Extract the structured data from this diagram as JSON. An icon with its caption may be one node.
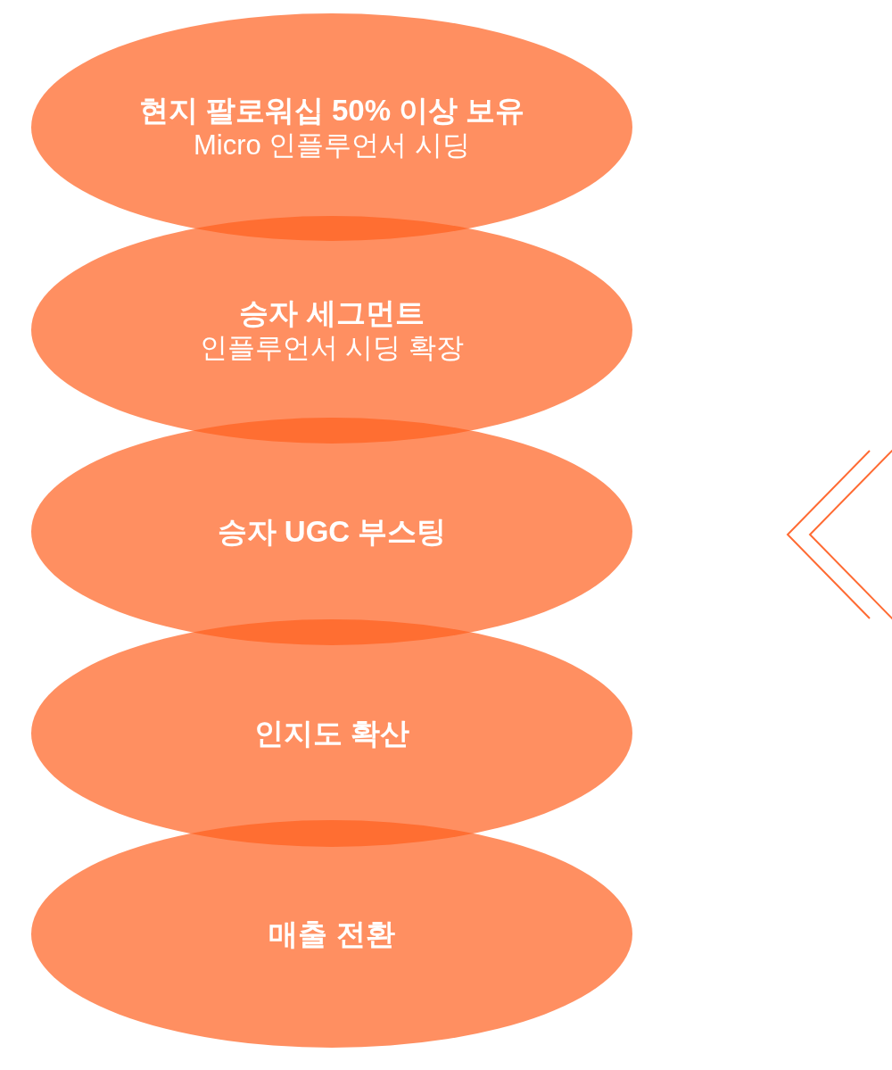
{
  "diagram": {
    "nodes": [
      {
        "text": [
          "현지 팔로워십 50% 이상 보유",
          "Micro 인플루언서 시딩"
        ]
      },
      {
        "text": [
          "승자 세그먼트",
          "인플루언서 시딩 확장"
        ]
      },
      {
        "text": [
          "승자 UGC 부스팅"
        ]
      },
      {
        "text": [
          "인지도 확산"
        ]
      },
      {
        "text": [
          "매출 전환"
        ]
      }
    ]
  }
}
